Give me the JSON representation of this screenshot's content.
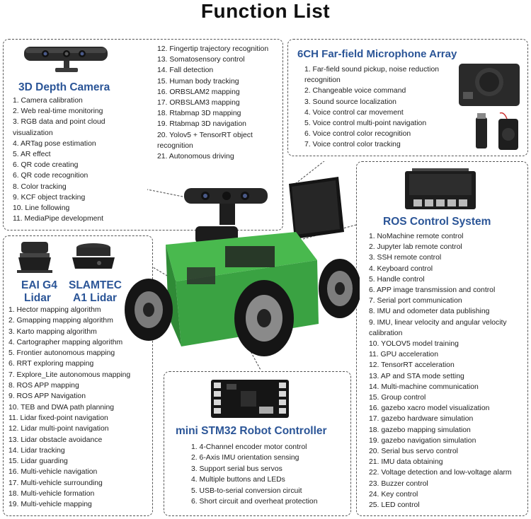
{
  "title": "Function List",
  "depth_camera": {
    "heading": "3D Depth Camera",
    "items": [
      "1. Camera calibration",
      "2. Web real-time monitoring",
      "3. RGB data and point cloud visualization",
      "4. ARTag pose estimation",
      "5. AR effect",
      "6. QR code creating",
      "6. QR code recognition",
      "8. Color tracking",
      "9. KCF object tracking",
      "10. Line following",
      "11. MediaPipe development"
    ],
    "items2": [
      "12. Fingertip trajectory recognition",
      "13. Somatosensory control",
      "14. Fall detection",
      "15. Human body tracking",
      "16. ORBSLAM2 mapping",
      "17. ORBSLAM3 mapping",
      "18. Rtabmap 3D mapping",
      "19. Rtabmap 3D navigation",
      "20. Yolov5 + TensorRT object recognition",
      "21. Autonomous driving"
    ]
  },
  "microphone": {
    "heading": "6CH Far-field Microphone Array",
    "items": [
      "1. Far-field sound pickup, noise reduction recognition",
      "2. Changeable voice command",
      "3. Sound source localization",
      "4. Voice control car movement",
      "5. Voice control multi-point navigation",
      "6. Voice control color recognition",
      "7. Voice control color tracking"
    ]
  },
  "lidar": {
    "heading_left_line1": "EAI G4",
    "heading_left_line2": "Lidar",
    "heading_right_line1": "SLAMTEC",
    "heading_right_line2": "A1 Lidar",
    "items": [
      "1. Hector mapping algorithm",
      "2. Gmapping mapping algorithm",
      "3. Karto mapping algorithm",
      "4. Cartographer mapping algorithm",
      "5. Frontier autonomous mapping",
      "6. RRT exploring mapping",
      "7. Explore_Lite autonomous mapping",
      "8. ROS APP mapping",
      "9. ROS APP Navigation",
      "10. TEB and DWA path planning",
      "11. Lidar fixed-point navigation",
      "12. Lidar multi-point navigation",
      "13. Lidar obstacle avoidance",
      "14. Lidar tracking",
      "15. Lidar guarding",
      "16. Multi-vehicle navigation",
      "17. Multi-vehicle surrounding",
      "18. Multi-vehicle formation",
      "19. Multi-vehicle mapping"
    ]
  },
  "stm32": {
    "heading": "mini STM32 Robot Controller",
    "items": [
      "1. 4-Channel encoder motor control",
      "2. 6-Axis IMU orientation sensing",
      "3. Support serial bus servos",
      "4. Multiple buttons and LEDs",
      "5. USB-to-serial conversion circuit",
      "6. Short circuit and overheat protection"
    ]
  },
  "ros": {
    "heading": "ROS Control System",
    "items": [
      "1. NoMachine remote control",
      "2. Jupyter lab remote control",
      "3. SSH remote control",
      "4. Keyboard control",
      "5. Handle control",
      "6. APP image transmission and control",
      "7. Serial port communication",
      "8. IMU and odometer data publishing",
      "9. IMU, linear velocity and angular velocity calibration",
      "10. YOLOV5 model training",
      "11. GPU acceleration",
      "12. TensorRT acceleration",
      "13. AP and STA mode setting",
      "14. Multi-machine communication",
      "15. Group control",
      "16. gazebo xacro model visualization",
      "17. gazebo hardware simulation",
      "18. gazebo mapping simulation",
      "19. gazebo navigation simulation",
      "20. Serial bus servo control",
      "21. IMU data obtaining",
      "22. Voltage detection and low-voltage alarm",
      "23. Buzzer control",
      "24. Key control",
      "25. LED control"
    ]
  },
  "colors": {
    "heading": "#2b5597",
    "chassis": "#4fc25a",
    "border": "#555555"
  }
}
